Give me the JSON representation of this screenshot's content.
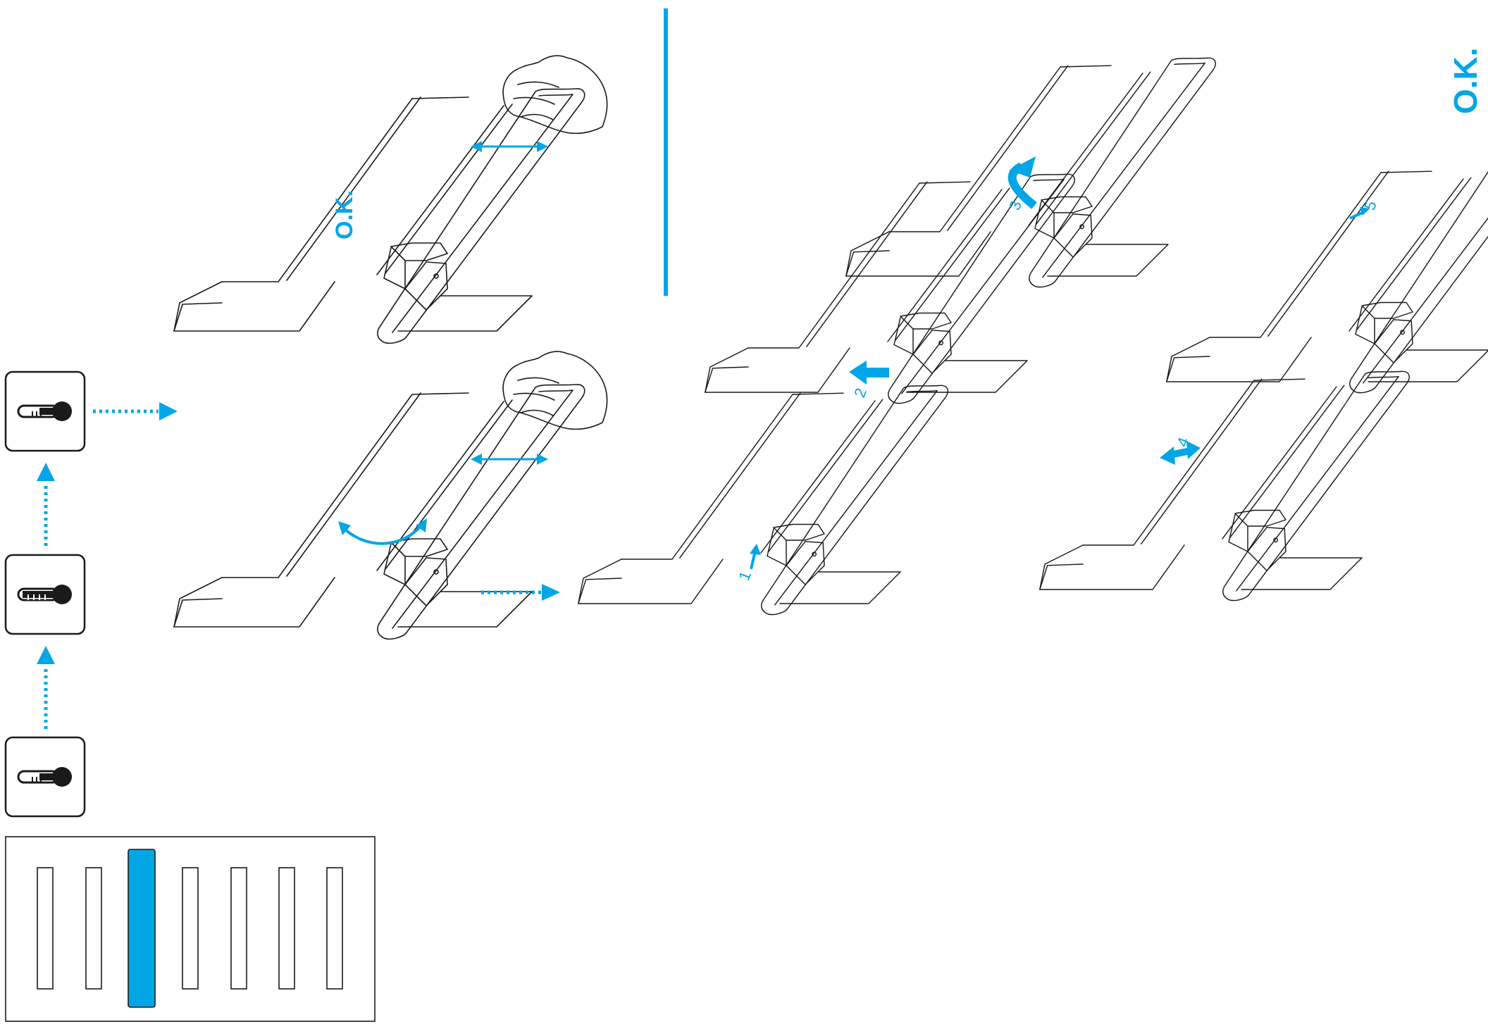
{
  "labels": {
    "ok_top_right": "O.K.",
    "ok_first_figure": "O.K."
  },
  "step_numbers": {
    "s1": "1",
    "s2": "2",
    "s3": "3",
    "s4": "4",
    "s5": "5"
  },
  "icons": {
    "temperature_low": "thermometer-low-icon",
    "temperature_high": "thermometer-high-icon",
    "temperature_mid": "thermometer-low-icon"
  },
  "selector_panel": {
    "slot_count": 7,
    "selected_slot": 3
  },
  "colors": {
    "accent": "#00a6e6",
    "line": "#1a1a1a"
  }
}
